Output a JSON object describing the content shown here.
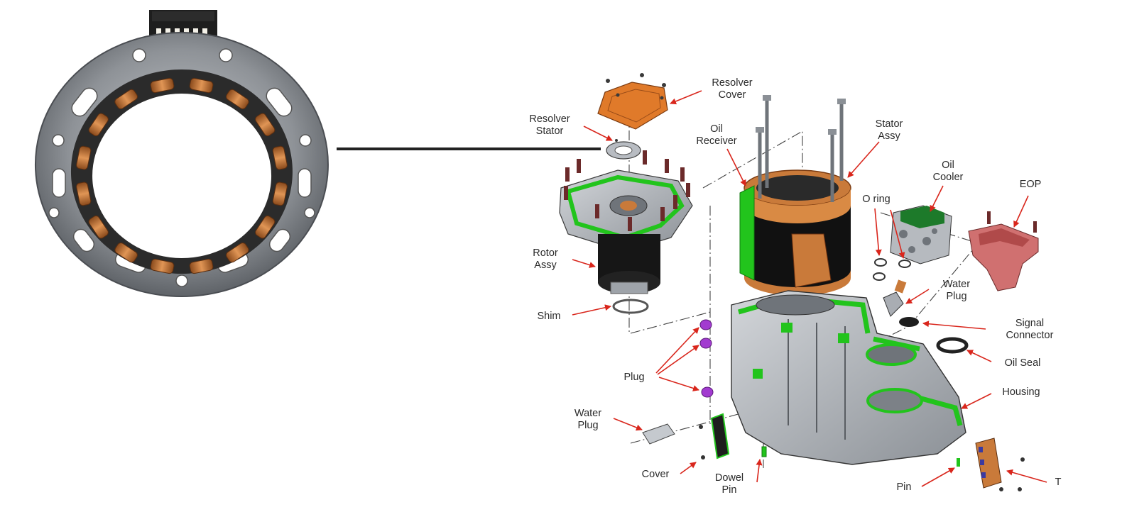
{
  "labels": {
    "resolver_cover": [
      "Resolver",
      "Cover"
    ],
    "resolver_stator": [
      "Resolver",
      "Stator"
    ],
    "oil_receiver": [
      "Oil",
      "Receiver"
    ],
    "stator_assy": [
      "Stator",
      "Assy"
    ],
    "oil_cooler": [
      "Oil",
      "Cooler"
    ],
    "o_ring": "O ring",
    "eop": "EOP",
    "rotor_assy": [
      "Rotor",
      "Assy"
    ],
    "water_plug_right": [
      "Water",
      "Plug"
    ],
    "shim": "Shim",
    "signal_connector": [
      "Signal",
      "Connector"
    ],
    "oil_seal": "Oil Seal",
    "plug": "Plug",
    "housing": "Housing",
    "water_plug_left": [
      "Water",
      "Plug"
    ],
    "cover": "Cover",
    "dowel_pin": [
      "Dowel",
      "Pin"
    ],
    "pin": "Pin",
    "terminal": "T"
  },
  "colors": {
    "accent_green": "#22c41c",
    "copper": "#c97a3a",
    "resolver_orange": "#e07a2a",
    "arrow_red": "#d9261c",
    "plug_purple": "#a23bd0",
    "eop_pink": "#d07070",
    "metal": "#a9adb3"
  }
}
